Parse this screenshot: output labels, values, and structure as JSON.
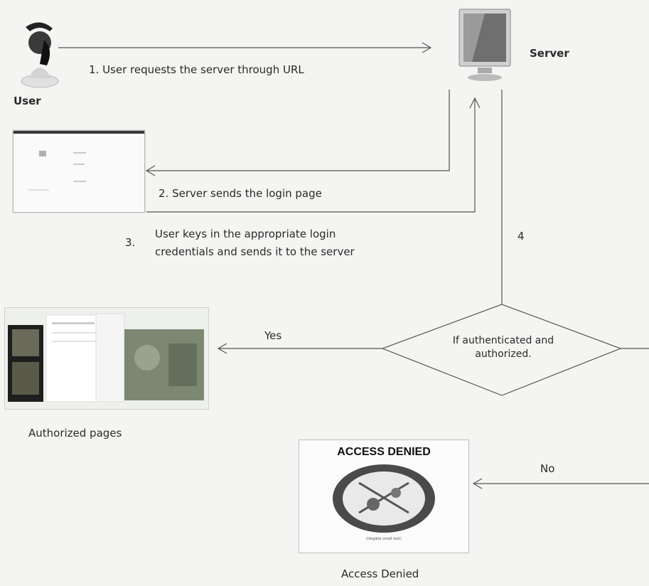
{
  "nodes": {
    "user": "User",
    "server": "Server",
    "authorized_pages": "Authorized pages",
    "access_denied": "Access Denied",
    "decision": "If authenticated and authorized."
  },
  "steps": {
    "step1": "1. User requests the server through URL",
    "step2": "2. Server sends the login page",
    "step3_number": "3.",
    "step3_line1": "User keys in the appropriate login",
    "step3_line2": "credentials and sends it to the server",
    "step4": "4"
  },
  "branches": {
    "yes": "Yes",
    "no": "No"
  },
  "access_denied_sign": {
    "title": "ACCESS DENIED",
    "fine_print": "(illegible small text)"
  },
  "icons": {
    "user": "person-icon",
    "server": "monitor-icon"
  }
}
